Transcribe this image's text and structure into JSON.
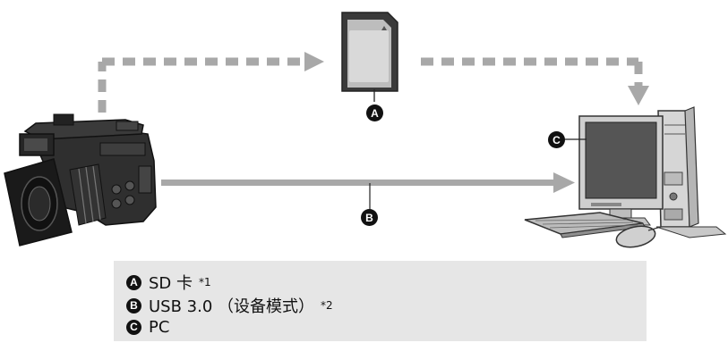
{
  "markers": {
    "a": "A",
    "b": "B",
    "c": "C"
  },
  "legend": [
    {
      "key": "A",
      "text": "SD 卡",
      "note": "*1"
    },
    {
      "key": "B",
      "text": "USB 3.0 （设备模式）",
      "note": "*2"
    },
    {
      "key": "C",
      "text": "PC",
      "note": ""
    }
  ],
  "colors": {
    "arrow": "#a8a8a8",
    "legend_bg": "#e6e6e6",
    "marker_bg": "#111111"
  },
  "icons": [
    "camcorder-icon",
    "sd-card-icon",
    "desktop-pc-icon",
    "keyboard-icon",
    "mouse-icon"
  ]
}
